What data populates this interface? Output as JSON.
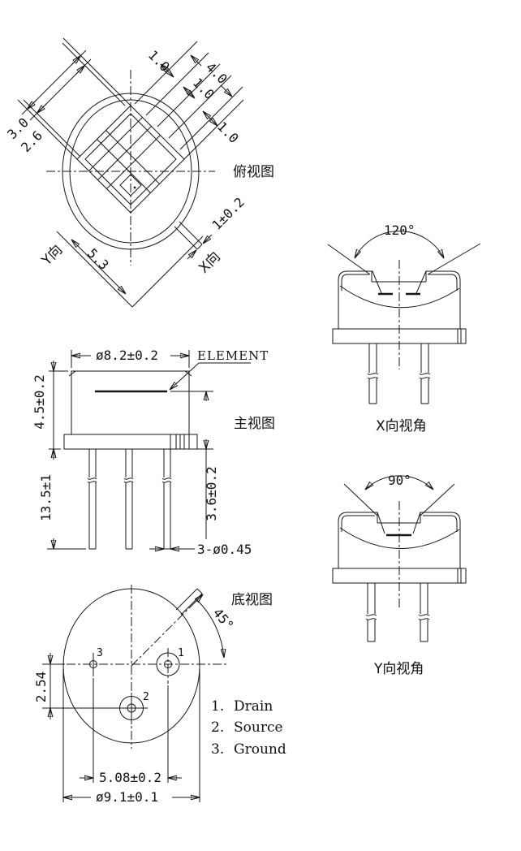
{
  "drawing": {
    "top_view": {
      "label": "俯视图",
      "dim_window_outer": "3.0",
      "dim_window_inner": "2.6",
      "dim_gap_a": "1.0",
      "dim_window_side": "4.0",
      "dim_gap_b": "1.0",
      "dim_gap_c": "1.0",
      "dim_diagonal": "5.3",
      "dim_tab_width": "1±0.2",
      "axis_y_label": "Y向",
      "axis_x_label": "X向"
    },
    "front_view": {
      "label": "主视图",
      "dim_cap_diameter": "ø8.2±0.2",
      "element_label": "ELEMENT",
      "dim_cap_height": "4.5±0.2",
      "dim_pin_length": "13.5±1",
      "dim_element_height": "3.6±0.2",
      "dim_pin_diameter": "3-ø0.45"
    },
    "bottom_view": {
      "label": "底视图",
      "dim_tab_angle": "45°",
      "dim_pin_offset": "2.54",
      "dim_pin_spacing": "5.08±0.2",
      "dim_base_diameter": "ø9.1±0.1",
      "pin1": "1",
      "pin2": "2",
      "pin3": "3"
    },
    "x_view": {
      "label": "X向视角",
      "angle": "120°"
    },
    "y_view": {
      "label": "Y向视角",
      "angle": "90°"
    },
    "legend": {
      "items": [
        {
          "num": "1.",
          "name": "Drain"
        },
        {
          "num": "2.",
          "name": "Source"
        },
        {
          "num": "3.",
          "name": "Ground"
        }
      ]
    }
  }
}
